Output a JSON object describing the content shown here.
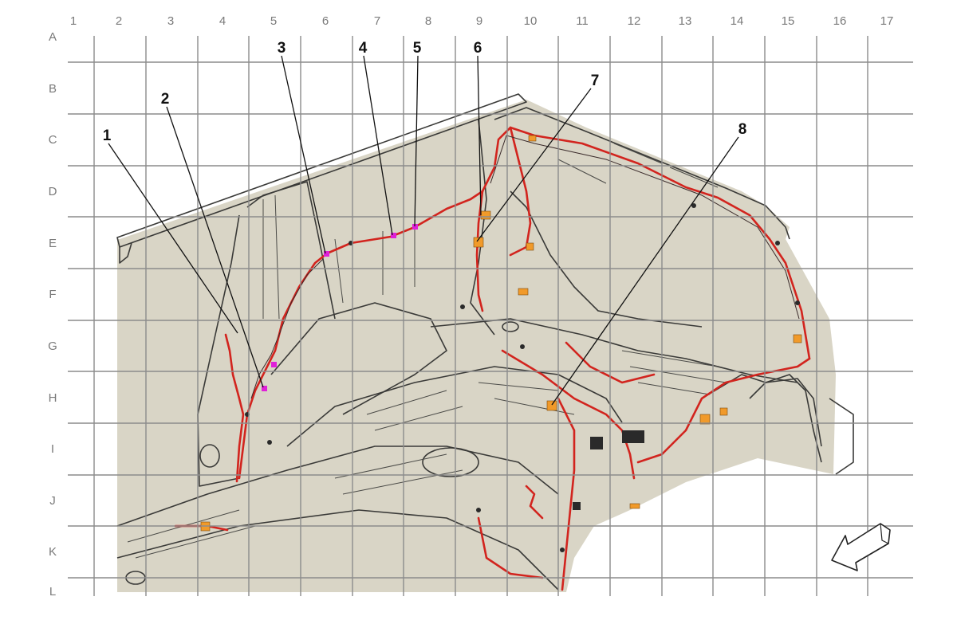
{
  "grid": {
    "columns": [
      "1",
      "2",
      "3",
      "4",
      "5",
      "6",
      "7",
      "8",
      "9",
      "10",
      "11",
      "12",
      "13",
      "14",
      "15",
      "16",
      "17"
    ],
    "rows": [
      "A",
      "B",
      "C",
      "D",
      "E",
      "F",
      "G",
      "H",
      "I",
      "J",
      "K",
      "L"
    ]
  },
  "callouts": [
    "1",
    "2",
    "3",
    "4",
    "5",
    "6",
    "7",
    "8"
  ],
  "colors": {
    "panel_fill": "#d9d5c6",
    "body_lines": "#3a3a38",
    "harness": "#d2241e",
    "connector_orange": "#f19a2a",
    "connector_magenta": "#e020d8",
    "grid": "#8c8c8c"
  },
  "icons": {
    "direction_arrow": "front-direction-arrow-icon"
  }
}
